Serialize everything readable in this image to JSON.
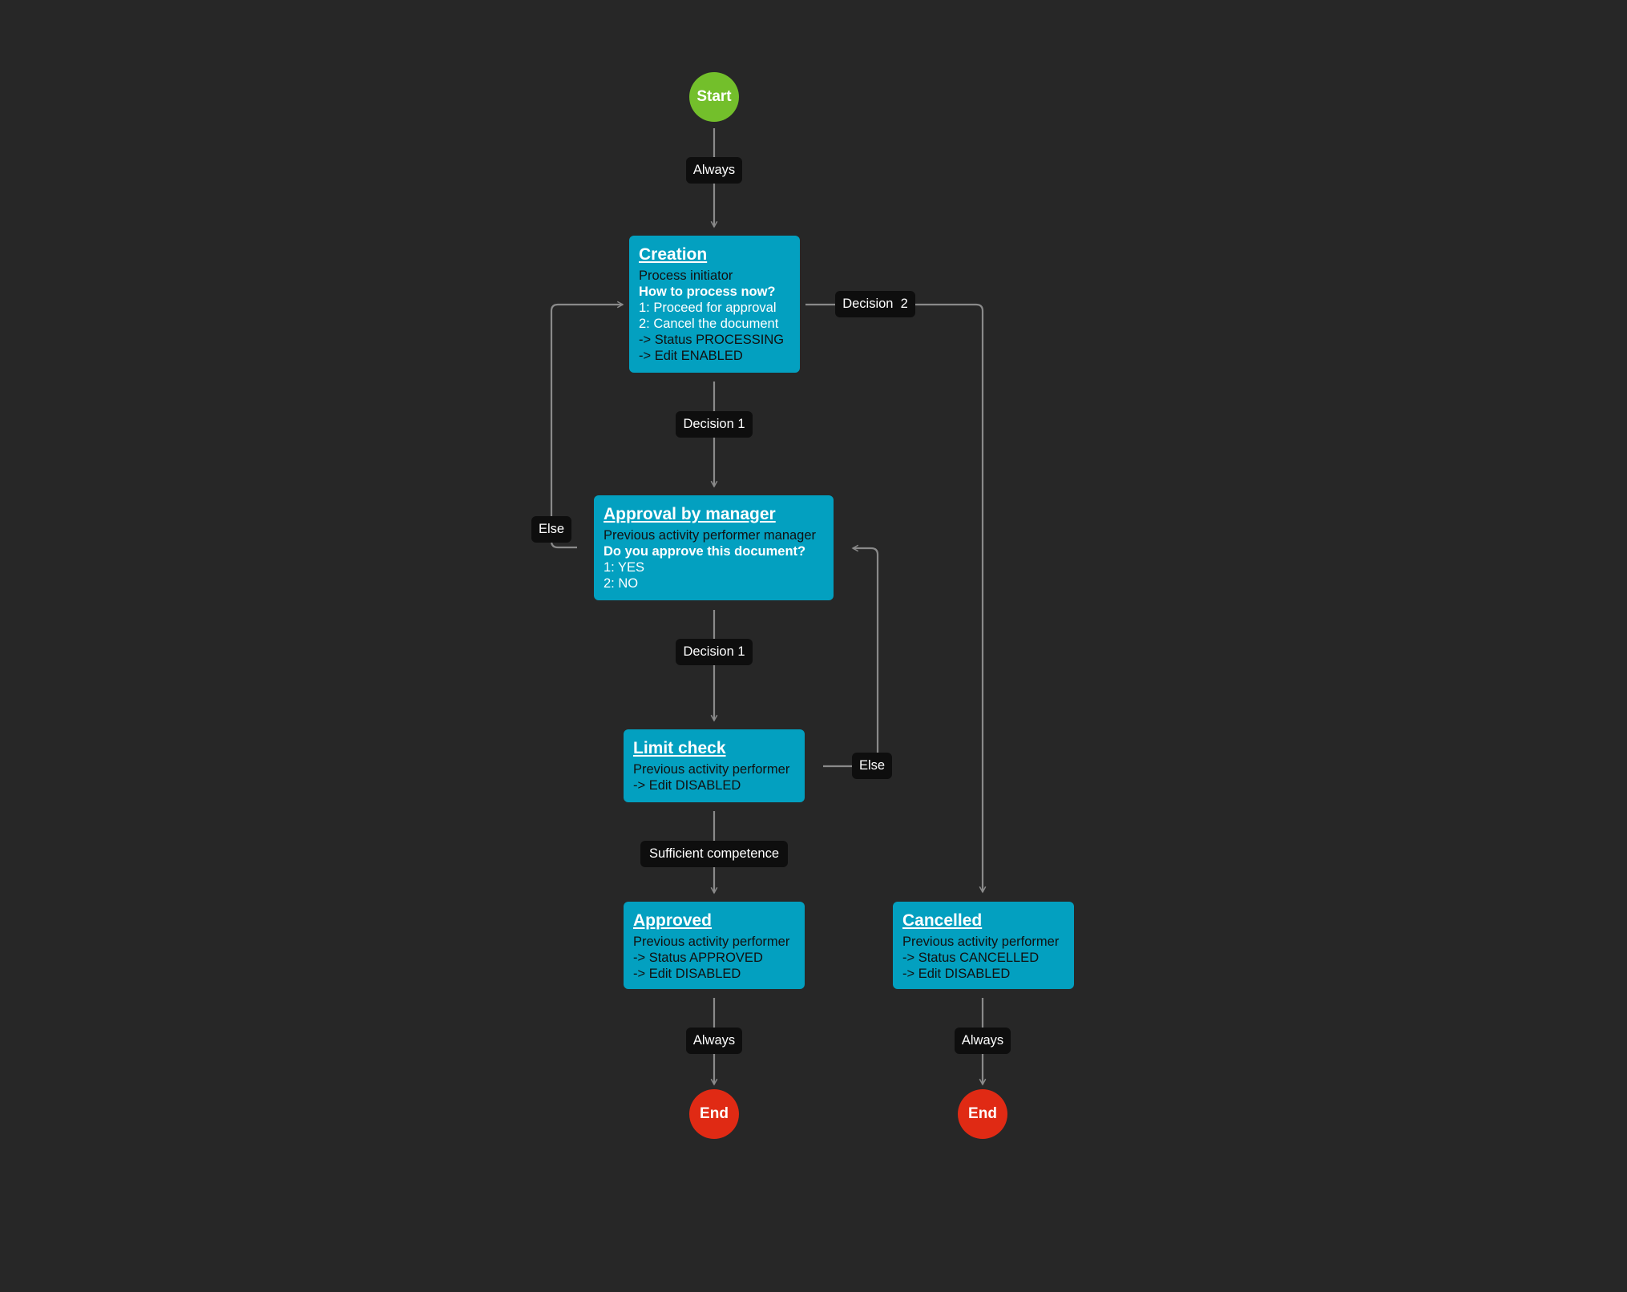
{
  "start": {
    "label": "Start"
  },
  "nodes": {
    "creation": {
      "title": "Creation",
      "performer": "Process initiator",
      "question": "How to process now?",
      "options": [
        "1: Proceed for approval",
        "2: Cancel the document"
      ],
      "effects": [
        "-> Status PROCESSING",
        "-> Edit ENABLED"
      ]
    },
    "approval": {
      "title": "Approval by manager",
      "performer": "Previous activity performer manager",
      "question": "Do you approve this document?",
      "options": [
        "1: YES",
        "2: NO"
      ]
    },
    "limit_check": {
      "title": "Limit check",
      "performer": "Previous activity performer",
      "effects": [
        "-> Edit DISABLED"
      ]
    },
    "approved": {
      "title": "Approved",
      "performer": "Previous activity performer",
      "effects": [
        "-> Status APPROVED",
        "-> Edit DISABLED"
      ]
    },
    "cancelled": {
      "title": "Cancelled",
      "performer": "Previous activity performer",
      "effects": [
        "-> Status CANCELLED",
        "-> Edit DISABLED"
      ]
    }
  },
  "end": {
    "label": "End"
  },
  "edge_labels": {
    "start_to_creation": "Always",
    "creation_to_approval": "Decision 1",
    "creation_to_cancelled": "Decision  2",
    "approval_else": "Else",
    "approval_to_limit": "Decision 1",
    "limit_else": "Else",
    "limit_to_approved": "Sufficient competence",
    "approved_to_end": "Always",
    "cancelled_to_end": "Always"
  },
  "colors": {
    "background": "#272727",
    "start": "#73bf2b",
    "end": "#e02a14",
    "activity": "#03a0c0",
    "label_bg": "#0e0e0e",
    "edge": "#8a8a8a"
  }
}
